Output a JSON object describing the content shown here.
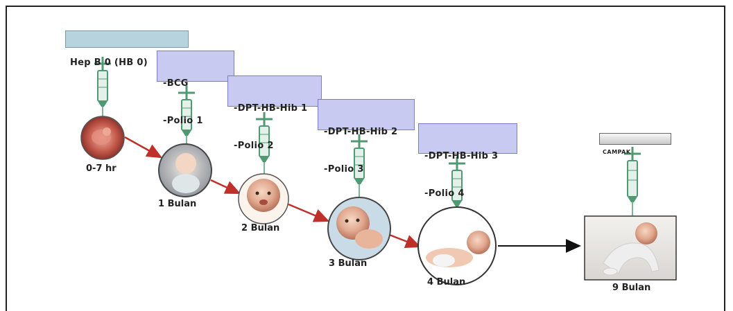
{
  "vaccines": [
    {
      "lines": [
        "Hep B 0 (HB 0)"
      ]
    },
    {
      "lines": [
        "-BCG",
        "-Polio 1"
      ]
    },
    {
      "lines": [
        "-DPT-HB-Hib 1",
        "-Polio 2"
      ]
    },
    {
      "lines": [
        "-DPT-HB-Hib 2",
        "-Polio 3"
      ]
    },
    {
      "lines": [
        "-DPT-HB-Hib 3",
        "-Polio 4"
      ]
    },
    {
      "lines": [
        "CAMPAK"
      ]
    }
  ],
  "ages": [
    "0-7 hr",
    "1 Bulan",
    "2 Bulan",
    "3 Bulan",
    "4 Bulan",
    "9 Bulan"
  ],
  "colors": {
    "label_teal": "#b7d3dd",
    "label_purple": "#c8caf2",
    "syringe_green": "#4f9a72",
    "arrow_red": "#c0302a",
    "arrow_black": "#111111"
  }
}
